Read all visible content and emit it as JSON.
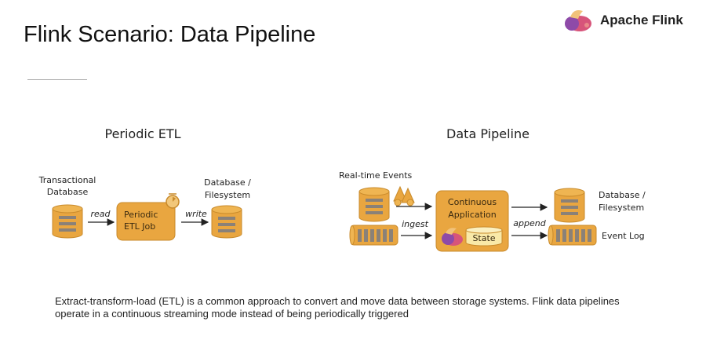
{
  "slide": {
    "title": "Flink Scenario: Data Pipeline",
    "logo_text": "Apache Flink",
    "caption": "Extract-transform-load (ETL) is a common approach to convert and move data between storage systems. Flink data pipelines operate in a continuous streaming mode instead of being periodically triggered"
  },
  "periodic_etl": {
    "heading": "Periodic ETL",
    "source_line1": "Transactional",
    "source_line2": "Database",
    "read_label": "read",
    "job_line1": "Periodic",
    "job_line2": "ETL Job",
    "write_label": "write",
    "sink_line1": "Database /",
    "sink_line2": "Filesystem"
  },
  "data_pipeline": {
    "heading": "Data Pipeline",
    "source_label": "Real-time Events",
    "ingest_label": "ingest",
    "app_line1": "Continuous",
    "app_line2": "Application",
    "state_label": "State",
    "append_label": "append",
    "sink_line1": "Database /",
    "sink_line2": "Filesystem",
    "log_label": "Event Log"
  },
  "colors": {
    "orange": "#e9a640",
    "orange_dark": "#c88a2b",
    "stripe": "#8a8178",
    "state": "#f9e9a8"
  }
}
